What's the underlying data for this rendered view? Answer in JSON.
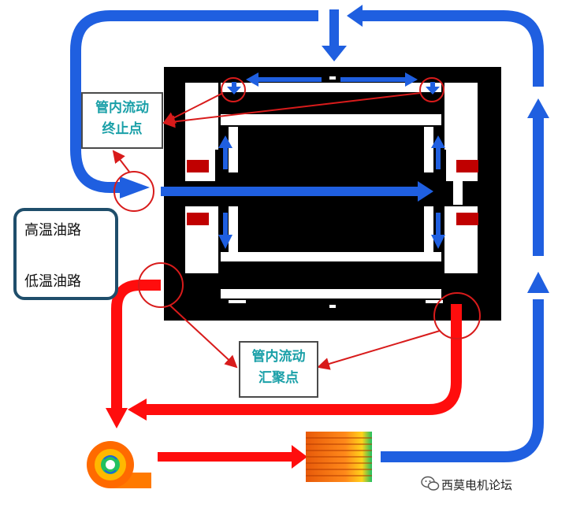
{
  "callouts": {
    "stop": {
      "line1": "管内流动",
      "line2": "终止点"
    },
    "gather": {
      "line1": "管内流动",
      "line2": "汇聚点"
    }
  },
  "legend": {
    "hot_label": "高温油路",
    "cold_label": "低温油路"
  },
  "watermark": {
    "text": "西莫电机论坛",
    "icon": "wechat-icon"
  },
  "colors": {
    "cold_oil": "#1f5fe0",
    "hot_oil": "#ff0d0d",
    "callout_text": "#1aa0a8",
    "legend_border": "#1f4e6b",
    "motor": "#000000",
    "annotation": "#d81b1b"
  },
  "icons": [
    "pump-icon",
    "heat-exchanger-icon",
    "wechat-icon"
  ]
}
